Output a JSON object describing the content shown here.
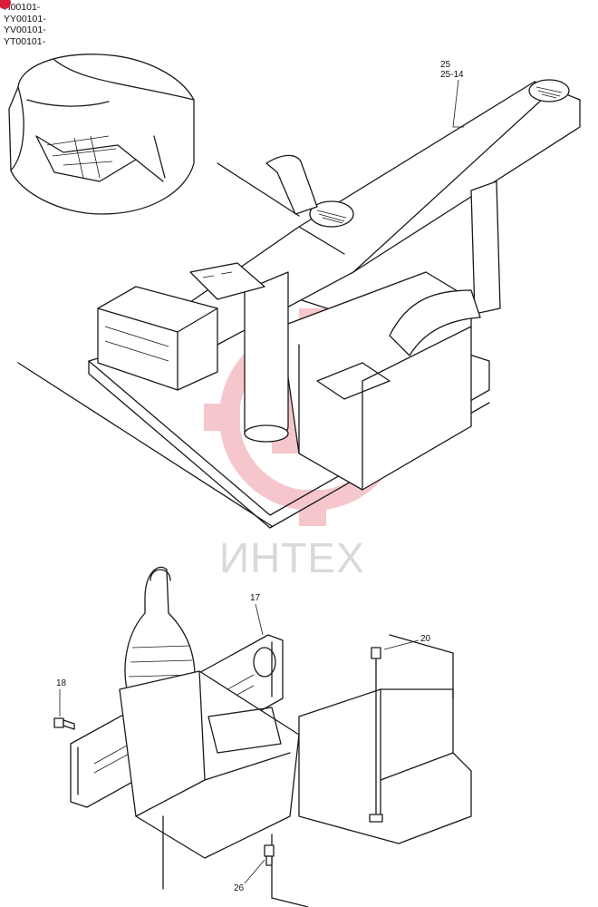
{
  "serial_numbers": [
    "H00101-",
    "YY00101-",
    "YV00101-",
    "YT00101-"
  ],
  "callouts": {
    "upper_main": "25",
    "upper_sub": "25-14",
    "console": "17",
    "bolt_left": "18",
    "bolt_right": "20",
    "bolt_bottom": "26"
  },
  "watermark": "ИНТЕХ",
  "colors": {
    "badge": "#d8203a",
    "watermark_logo": "#f2b5bd",
    "watermark_text": "#d9d9d9"
  }
}
